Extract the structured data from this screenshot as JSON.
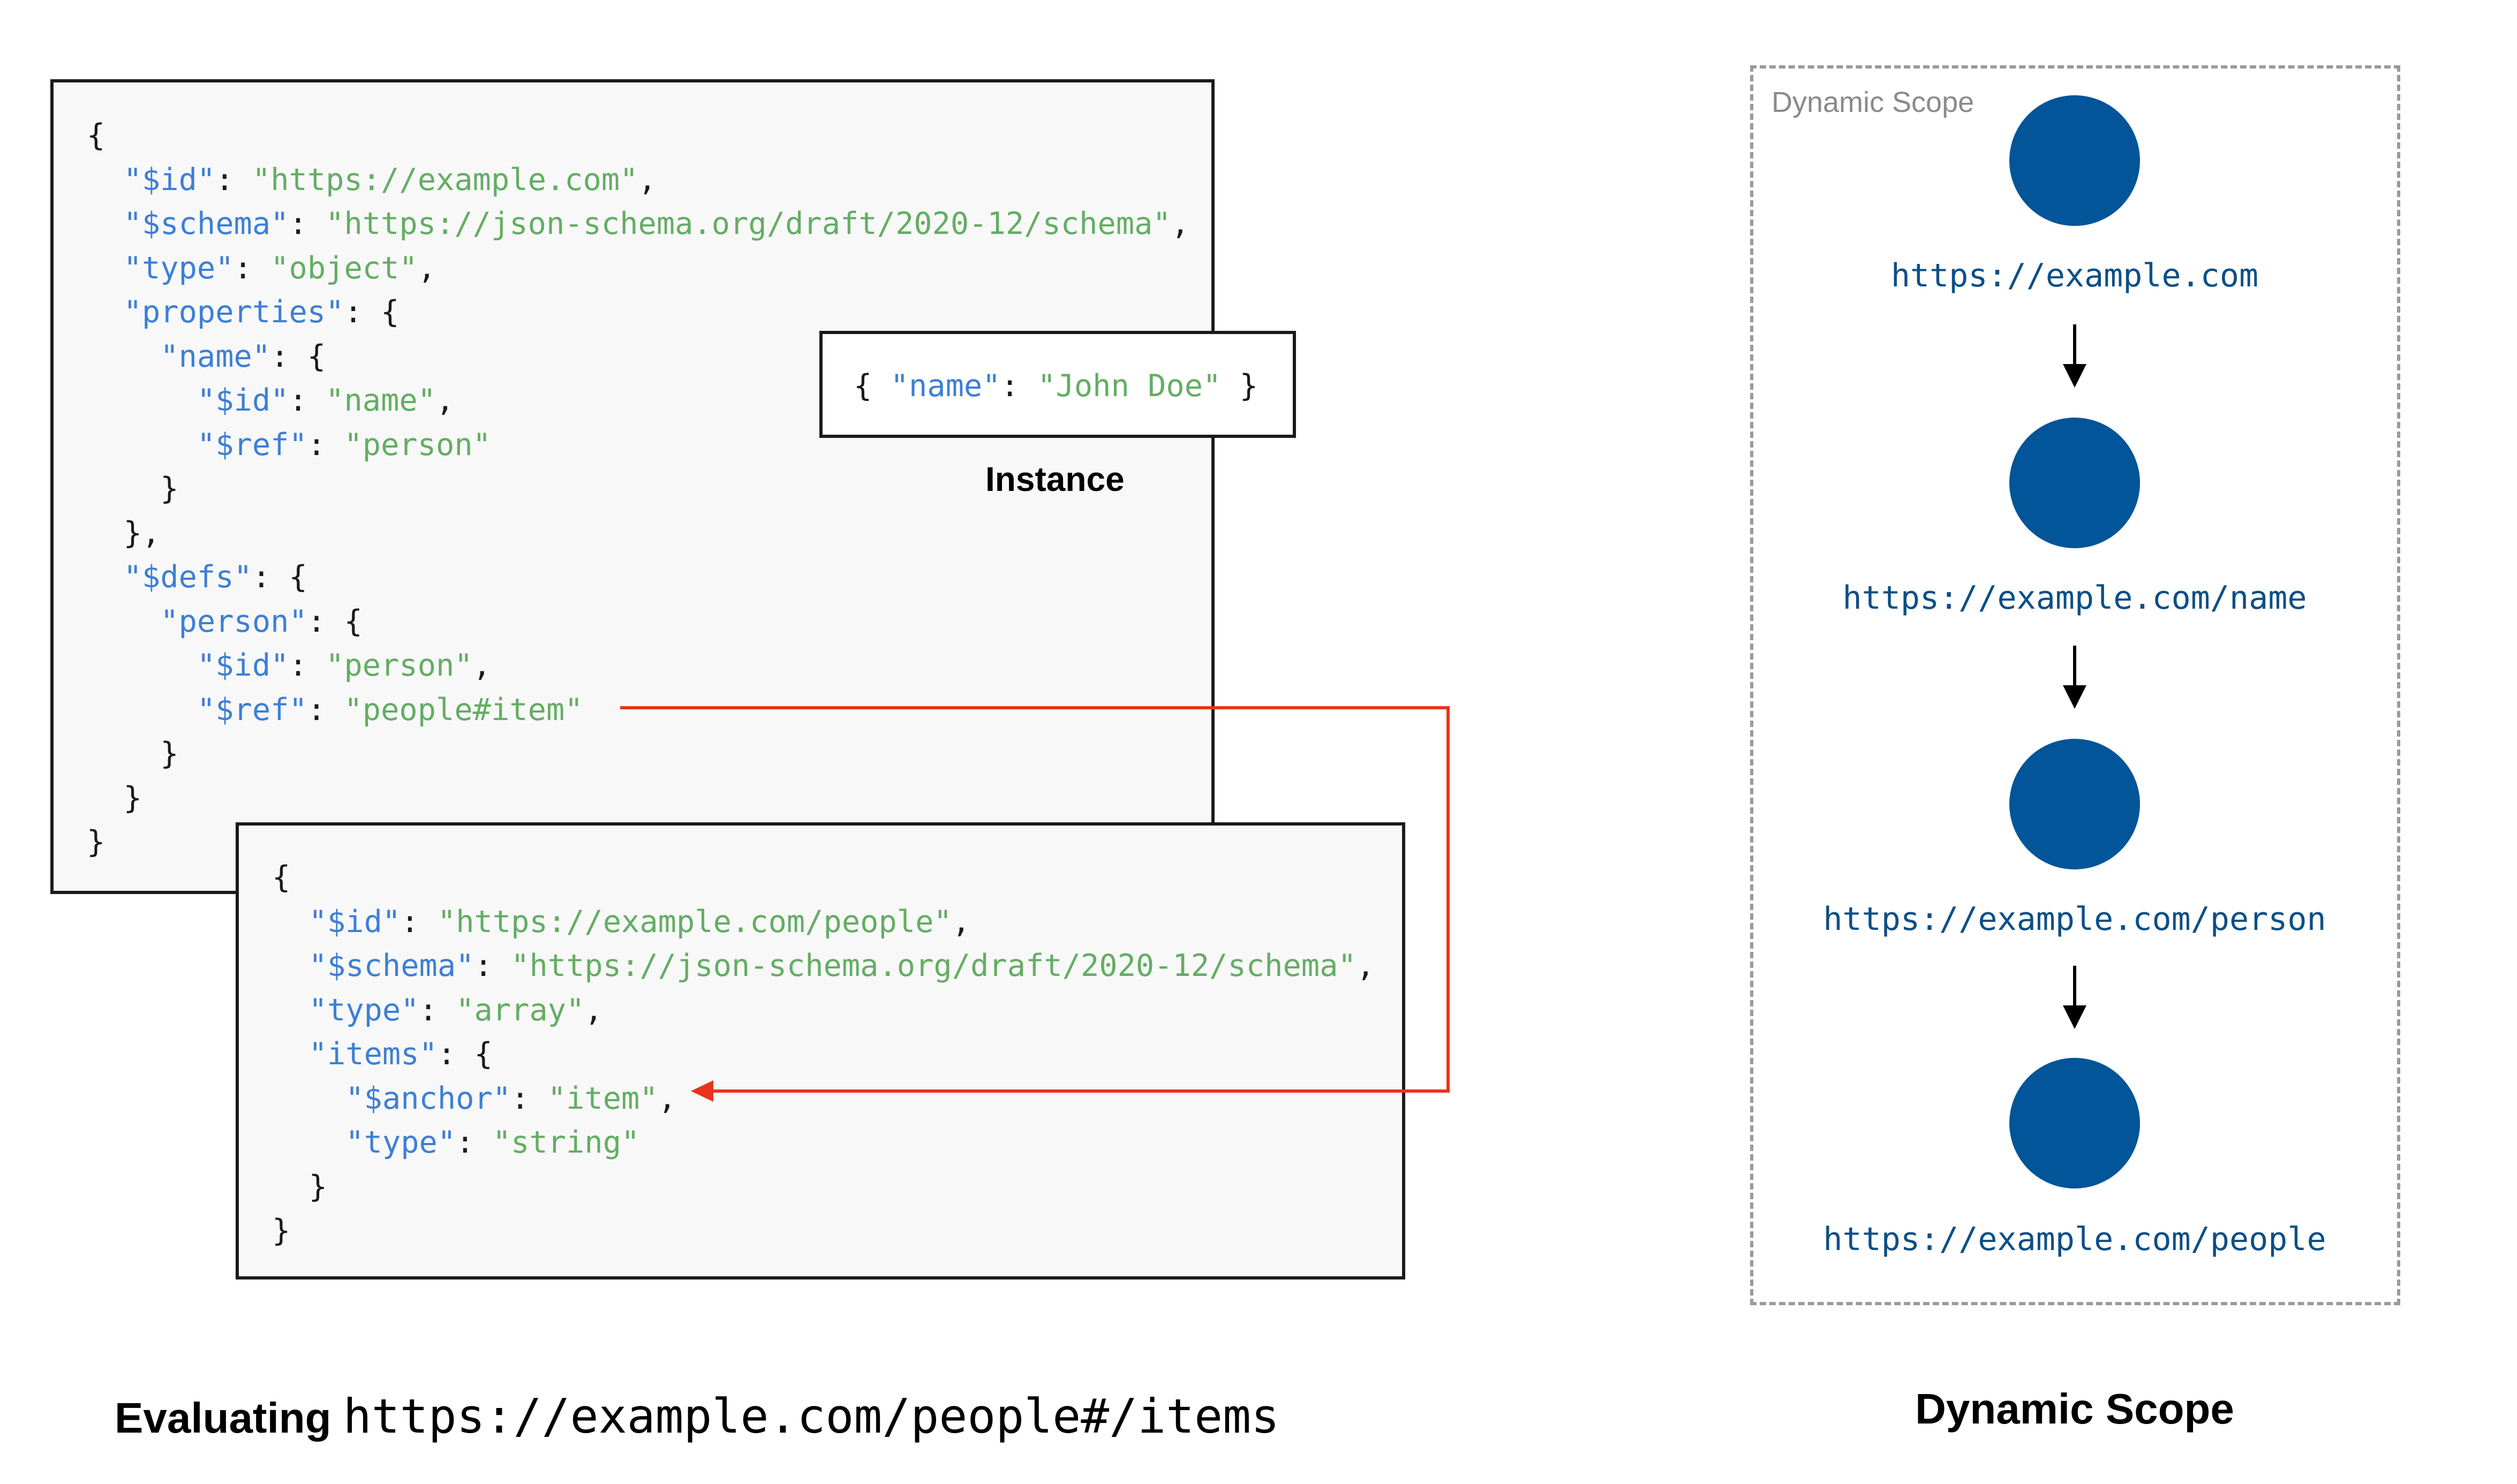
{
  "schema_main": {
    "lines": [
      [
        [
          "{",
          "p"
        ]
      ],
      [
        [
          "  ",
          "p"
        ],
        [
          "\"$id\"",
          "k"
        ],
        [
          ": ",
          "p"
        ],
        [
          "\"https://example.com\"",
          "s"
        ],
        [
          ",",
          "p"
        ]
      ],
      [
        [
          "  ",
          "p"
        ],
        [
          "\"$schema\"",
          "k"
        ],
        [
          ": ",
          "p"
        ],
        [
          "\"https://json-schema.org/draft/2020-12/schema\"",
          "s"
        ],
        [
          ",",
          "p"
        ]
      ],
      [
        [
          "  ",
          "p"
        ],
        [
          "\"type\"",
          "k"
        ],
        [
          ": ",
          "p"
        ],
        [
          "\"object\"",
          "s"
        ],
        [
          ",",
          "p"
        ]
      ],
      [
        [
          "  ",
          "p"
        ],
        [
          "\"properties\"",
          "k"
        ],
        [
          ": {",
          "p"
        ]
      ],
      [
        [
          "    ",
          "p"
        ],
        [
          "\"name\"",
          "k"
        ],
        [
          ": {",
          "p"
        ]
      ],
      [
        [
          "      ",
          "p"
        ],
        [
          "\"$id\"",
          "k"
        ],
        [
          ": ",
          "p"
        ],
        [
          "\"name\"",
          "s"
        ],
        [
          ",",
          "p"
        ]
      ],
      [
        [
          "      ",
          "p"
        ],
        [
          "\"$ref\"",
          "k"
        ],
        [
          ": ",
          "p"
        ],
        [
          "\"person\"",
          "s"
        ]
      ],
      [
        [
          "    }",
          "p"
        ]
      ],
      [
        [
          "  },",
          "p"
        ]
      ],
      [
        [
          "  ",
          "p"
        ],
        [
          "\"$defs\"",
          "k"
        ],
        [
          ": {",
          "p"
        ]
      ],
      [
        [
          "    ",
          "p"
        ],
        [
          "\"person\"",
          "k"
        ],
        [
          ": {",
          "p"
        ]
      ],
      [
        [
          "      ",
          "p"
        ],
        [
          "\"$id\"",
          "k"
        ],
        [
          ": ",
          "p"
        ],
        [
          "\"person\"",
          "s"
        ],
        [
          ",",
          "p"
        ]
      ],
      [
        [
          "      ",
          "p"
        ],
        [
          "\"$ref\"",
          "k"
        ],
        [
          ": ",
          "p"
        ],
        [
          "\"people#item\"",
          "s"
        ]
      ],
      [
        [
          "    }",
          "p"
        ]
      ],
      [
        [
          "  }",
          "p"
        ]
      ],
      [
        [
          "}",
          "p"
        ]
      ]
    ]
  },
  "instance": {
    "lines": [
      [
        [
          "{ ",
          "p"
        ],
        [
          "\"name\"",
          "k"
        ],
        [
          ": ",
          "p"
        ],
        [
          "\"John Doe\"",
          "s"
        ],
        [
          " }",
          "p"
        ]
      ]
    ],
    "caption": "Instance"
  },
  "schema_people": {
    "lines": [
      [
        [
          "{",
          "p"
        ]
      ],
      [
        [
          "  ",
          "p"
        ],
        [
          "\"$id\"",
          "k"
        ],
        [
          ": ",
          "p"
        ],
        [
          "\"https://example.com/people\"",
          "s"
        ],
        [
          ",",
          "p"
        ]
      ],
      [
        [
          "  ",
          "p"
        ],
        [
          "\"$schema\"",
          "k"
        ],
        [
          ": ",
          "p"
        ],
        [
          "\"https://json-schema.org/draft/2020-12/schema\"",
          "s"
        ],
        [
          ",",
          "p"
        ]
      ],
      [
        [
          "  ",
          "p"
        ],
        [
          "\"type\"",
          "k"
        ],
        [
          ": ",
          "p"
        ],
        [
          "\"array\"",
          "s"
        ],
        [
          ",",
          "p"
        ]
      ],
      [
        [
          "  ",
          "p"
        ],
        [
          "\"items\"",
          "k"
        ],
        [
          ": {",
          "p"
        ]
      ],
      [
        [
          "    ",
          "p"
        ],
        [
          "\"$anchor\"",
          "k"
        ],
        [
          ": ",
          "p"
        ],
        [
          "\"item\"",
          "s"
        ],
        [
          ",",
          "p"
        ]
      ],
      [
        [
          "    ",
          "p"
        ],
        [
          "\"type\"",
          "k"
        ],
        [
          ": ",
          "p"
        ],
        [
          "\"string\"",
          "s"
        ]
      ],
      [
        [
          "  }",
          "p"
        ]
      ],
      [
        [
          "}",
          "p"
        ]
      ]
    ]
  },
  "evaluating": {
    "label": "Evaluating",
    "url": "https://example.com/people#/items"
  },
  "dynamic_scope": {
    "frame_label": "Dynamic Scope",
    "caption": "Dynamic Scope",
    "nodes": [
      "https://example.com",
      "https://example.com/name",
      "https://example.com/person",
      "https://example.com/people"
    ]
  },
  "colors": {
    "key": "#3d7fd6",
    "string": "#64ad64",
    "punctuation": "#1a1a1a",
    "node_fill": "#015598",
    "node_label": "#0d4f86",
    "reference_arrow": "#e8341c",
    "scope_arrow": "#000000",
    "box_background": "#f8f8f8"
  }
}
